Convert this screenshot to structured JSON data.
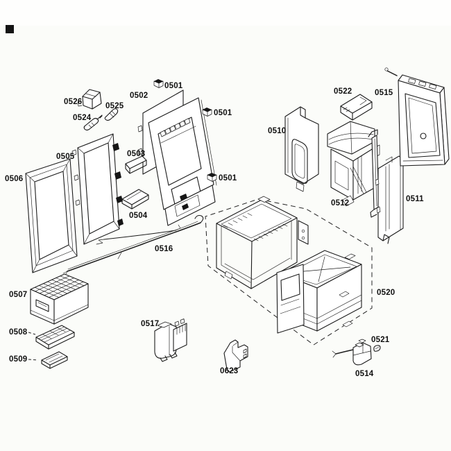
{
  "page": {
    "background": "#fbfcf9",
    "line_color": "#1b1b1b",
    "label_color": "#101010"
  },
  "diagram": {
    "type": "exploded-parts-diagram",
    "fastener_icon": "cube-icon",
    "labels": [
      {
        "id": "callout-0526",
        "text": "0526"
      },
      {
        "id": "callout-0525",
        "text": "0525"
      },
      {
        "id": "callout-0524",
        "text": "0524"
      },
      {
        "id": "callout-0502",
        "text": "0502"
      },
      {
        "id": "callout-0501-top",
        "text": "0501"
      },
      {
        "id": "callout-0501-right",
        "text": "0501"
      },
      {
        "id": "callout-0501-lower",
        "text": "0501"
      },
      {
        "id": "callout-0503",
        "text": "0503"
      },
      {
        "id": "callout-0505",
        "text": "0505"
      },
      {
        "id": "callout-0506",
        "text": "0506"
      },
      {
        "id": "callout-0504",
        "text": "0504"
      },
      {
        "id": "callout-0516",
        "text": "0516"
      },
      {
        "id": "callout-0507",
        "text": "0507"
      },
      {
        "id": "callout-0508",
        "text": "0508"
      },
      {
        "id": "callout-0509",
        "text": "0509"
      },
      {
        "id": "callout-0517",
        "text": "0517"
      },
      {
        "id": "callout-0623",
        "text": "0623"
      },
      {
        "id": "callout-0510",
        "text": "0510"
      },
      {
        "id": "callout-0522",
        "text": "0522"
      },
      {
        "id": "callout-0515",
        "text": "0515"
      },
      {
        "id": "callout-0512",
        "text": "0512"
      },
      {
        "id": "callout-0511",
        "text": "0511"
      },
      {
        "id": "callout-0520",
        "text": "0520"
      },
      {
        "id": "callout-0521",
        "text": "0521"
      },
      {
        "id": "callout-0514",
        "text": "0514"
      }
    ]
  }
}
